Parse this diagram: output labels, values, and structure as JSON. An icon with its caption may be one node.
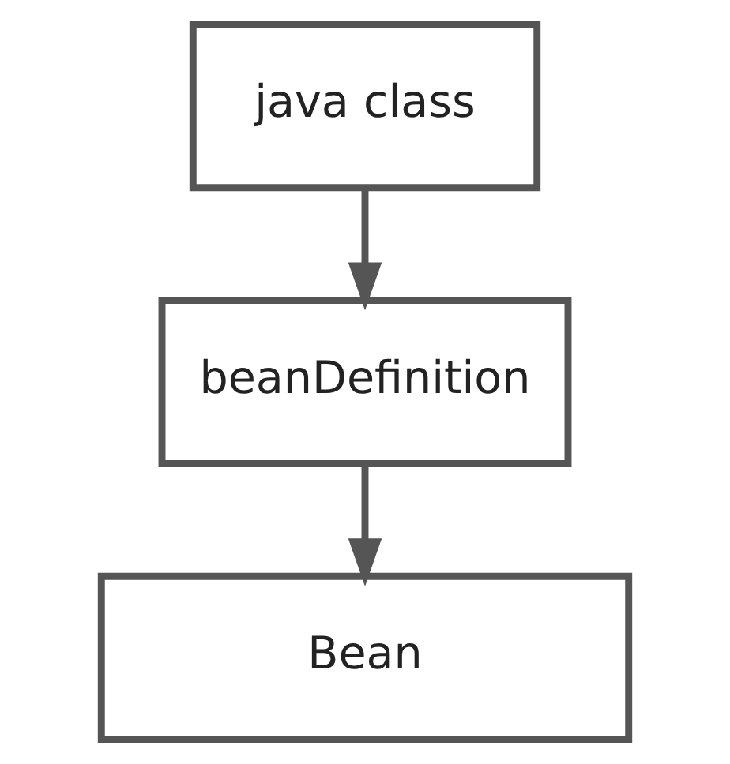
{
  "diagram": {
    "nodes": [
      {
        "text": [
          "java class"
        ]
      },
      {
        "text": [
          "beanDefinition"
        ]
      },
      {
        "text": [
          "Bean"
        ]
      }
    ],
    "edges": [
      {
        "from": 0,
        "to": 1,
        "arrow": "to"
      },
      {
        "from": 1,
        "to": 2,
        "arrow": "to"
      }
    ]
  }
}
